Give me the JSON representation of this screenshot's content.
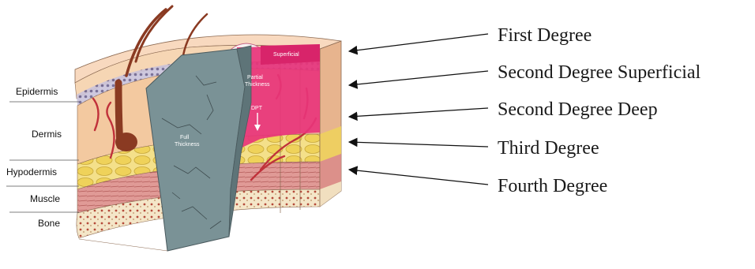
{
  "layer_labels": {
    "epidermis": "Epidermis",
    "dermis": "Dermis",
    "hypodermis": "Hypodermis",
    "muscle": "Muscle",
    "bone": "Bone"
  },
  "inner_labels": {
    "superficial": "Superficial",
    "partial_line1": "Partial",
    "partial_line2": "Thickness",
    "dpt": "DPT",
    "full_line1": "Full",
    "full_line2": "Thickness"
  },
  "degree_labels": {
    "first": "First Degree",
    "second_superficial": "Second Degree Superficial",
    "second_deep": "Second Degree Deep",
    "third": "Third Degree",
    "fourth": "Fourth Degree"
  },
  "colors": {
    "epidermis": "#f6d6b4",
    "dermis": "#f3c9a0",
    "fat": "#f0d46a",
    "muscle": "#d98a8a",
    "bone": "#f2e3c4",
    "vessel": "#c0313a",
    "full_thickness": "#7a9296",
    "partial_thickness": "#e8347a",
    "hair": "#8a3a22"
  }
}
